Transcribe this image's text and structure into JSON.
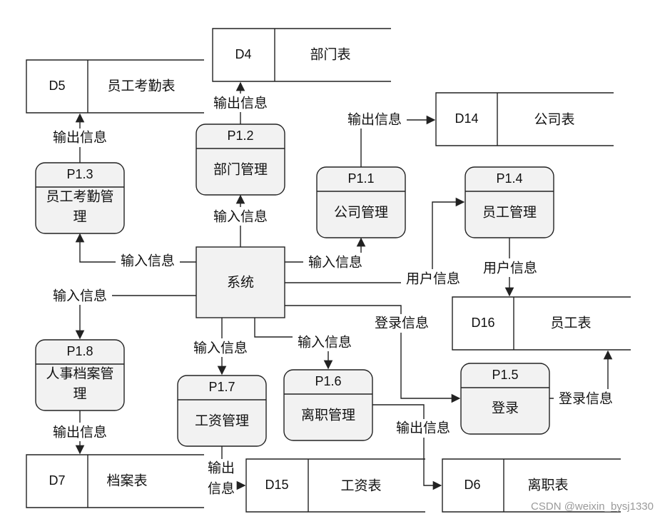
{
  "central": {
    "label": "系统"
  },
  "processes": {
    "p11": {
      "id": "P1.1",
      "name": "公司管理"
    },
    "p12": {
      "id": "P1.2",
      "name": "部门管理"
    },
    "p13": {
      "id": "P1.3",
      "name_l1": "员工考勤管",
      "name_l2": "理"
    },
    "p14": {
      "id": "P1.4",
      "name": "员工管理"
    },
    "p15": {
      "id": "P1.5",
      "name": "登录"
    },
    "p16": {
      "id": "P1.6",
      "name": "离职管理"
    },
    "p17": {
      "id": "P1.7",
      "name": "工资管理"
    },
    "p18": {
      "id": "P1.8",
      "name_l1": "人事档案管",
      "name_l2": "理"
    }
  },
  "stores": {
    "d4": {
      "id": "D4",
      "name": "部门表"
    },
    "d5": {
      "id": "D5",
      "name": "员工考勤表"
    },
    "d6": {
      "id": "D6",
      "name": "离职表"
    },
    "d7": {
      "id": "D7",
      "name": "档案表"
    },
    "d14": {
      "id": "D14",
      "name": "公司表"
    },
    "d15": {
      "id": "D15",
      "name": "工资表"
    },
    "d16": {
      "id": "D16",
      "name": "员工表"
    }
  },
  "flows": {
    "input": "输入信息",
    "output": "输出信息",
    "user": "用户信息",
    "login": "登录信息",
    "output_l1": "输出",
    "output_l2": "信息"
  },
  "watermark": "CSDN @weixin_bysj1330"
}
